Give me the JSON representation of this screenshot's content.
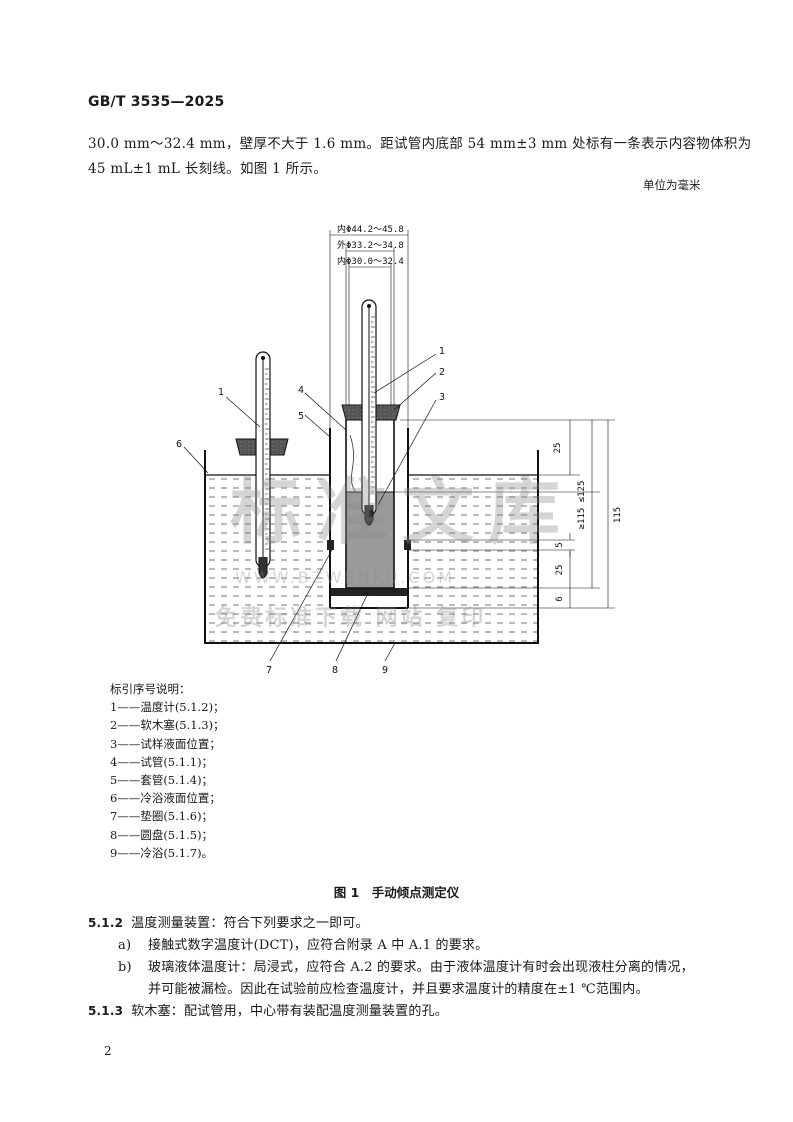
{
  "header": {
    "standard_code": "GB/T 3535—2025"
  },
  "paragraph": {
    "line1": "30.0 mm～32.4 mm，壁厚不大于 1.6 mm。距试管内底部 54 mm±3 mm 处标有一条表示内容物体积为",
    "line2": "45 mL±1 mL 长刻线。如图 1 所示。"
  },
  "unit_note": "单位为毫米",
  "figure": {
    "dimensions": {
      "inner_jacket": "内Φ44.2～45.8",
      "outer_tube": "外Φ33.2～34.8",
      "inner_tube": "内Φ30.0～32.4",
      "d25_top": "25",
      "d115_125": "≥115 ≤125",
      "d115": "115",
      "d5": "5",
      "d25_bottom": "25",
      "d6": "6"
    },
    "callouts": [
      "1",
      "1",
      "2",
      "3",
      "4",
      "5",
      "6",
      "7",
      "8",
      "9"
    ],
    "watermark": {
      "main": "标准文库",
      "url": "WWW.BZWENKU.COM",
      "sub": "免费标准下载 网站 复印"
    }
  },
  "legend": {
    "title": "标引序号说明：",
    "items": [
      "1——温度计(5.1.2)；",
      "2——软木塞(5.1.3)；",
      "3——试样液面位置；",
      "4——试管(5.1.1)；",
      "5——套管(5.1.4)；",
      "6——冷浴液面位置；",
      "7——垫圈(5.1.6)；",
      "8——圆盘(5.1.5)；",
      "9——冷浴(5.1.7)。"
    ]
  },
  "figure_caption": "图 1　手动倾点测定仪",
  "clauses": {
    "c512_num": "5.1.2",
    "c512_text": "温度测量装置：符合下列要求之一即可。",
    "a_tag": "a)",
    "a_text": "接触式数字温度计(DCT)，应符合附录 A 中 A.1 的要求。",
    "b_tag": "b)",
    "b_text": "玻璃液体温度计：局浸式，应符合 A.2 的要求。由于液体温度计有时会出现液柱分离的情况，",
    "b_text2": "并可能被漏检。因此在试验前应检查温度计，并且要求温度计的精度在±1 ℃范围内。",
    "c513_num": "5.1.3",
    "c513_text": "软木塞：配试管用，中心带有装配温度测量装置的孔。"
  },
  "page_number": "2"
}
